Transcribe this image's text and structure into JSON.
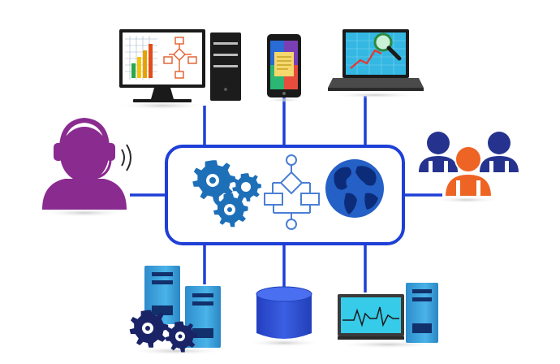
{
  "diagram": {
    "nodes": [
      {
        "id": "desktop-workstation",
        "icon": "desktop-monitor-with-charts-icon"
      },
      {
        "id": "tower-pc",
        "icon": "pc-tower-icon"
      },
      {
        "id": "smartphone",
        "icon": "smartphone-icon"
      },
      {
        "id": "laptop-analytics",
        "icon": "laptop-magnifier-chart-icon"
      },
      {
        "id": "support-agent",
        "icon": "headset-support-agent-icon"
      },
      {
        "id": "user-group",
        "icon": "user-group-icon"
      },
      {
        "id": "server-rack-gears",
        "icon": "server-with-gears-icon"
      },
      {
        "id": "database",
        "icon": "database-cylinder-icon"
      },
      {
        "id": "monitoring-station",
        "icon": "monitor-waveform-server-icon"
      }
    ],
    "hub": {
      "icons": [
        "gears-icon",
        "flowchart-icon",
        "globe-icon"
      ]
    },
    "colors": {
      "connector": "#1e3fd6",
      "hub_border": "#1e3fd6",
      "gear": "#1d6fb8",
      "globe": "#2460c6",
      "agent": "#8a2b90",
      "user_primary": "#ee6424",
      "user_secondary": "#25338f",
      "server": "#3a9fd8",
      "database": "#2f4fd0",
      "laptop_screen": "#34b7e3",
      "waveform_screen": "#36cbe8"
    }
  }
}
